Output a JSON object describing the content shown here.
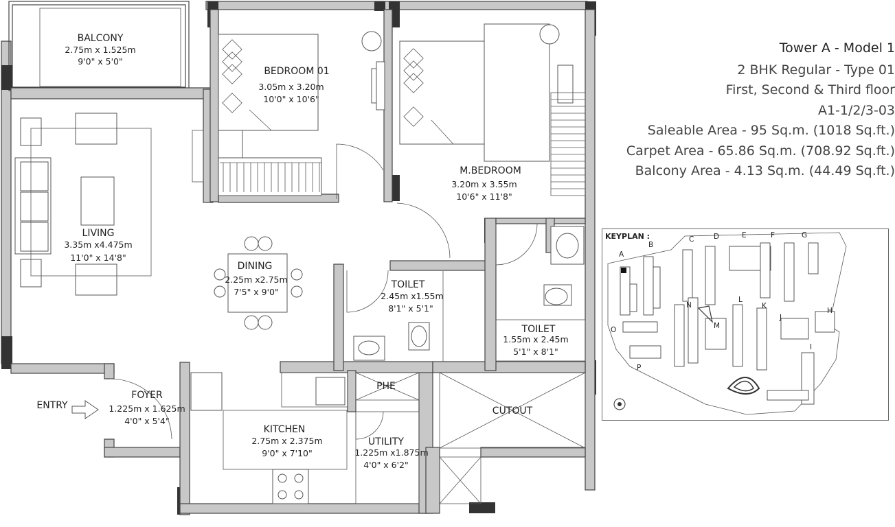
{
  "info": {
    "title": "Tower A - Model 1",
    "type": "2 BHK Regular - Type 01",
    "floors": "First, Second & Third floor",
    "units": "A1-1/2/3-03",
    "saleable": "Saleable Area - 95 Sq.m. (1018 Sq.ft.)",
    "carpet": "Carpet Area - 65.86 Sq.m. (708.92 Sq.ft.)",
    "balcony_area": "Balcony Area - 4.13 Sq.m. (44.49 Sq.ft.)"
  },
  "rooms": {
    "balcony": {
      "name": "BALCONY",
      "metric": "2.75m x 1.525m",
      "imperial": "9'0\" x 5'0\""
    },
    "bedroom1": {
      "name": "BEDROOM 01",
      "metric": "3.05m x 3.20m",
      "imperial": "10'0\" x 10'6\""
    },
    "mbedroom": {
      "name": "M.BEDROOM",
      "metric": "3.20m x 3.55m",
      "imperial": "10'6\" x 11'8\""
    },
    "living": {
      "name": "LIVING",
      "metric": "3.35m x4.475m",
      "imperial": "11'0\" x 14'8\""
    },
    "dining": {
      "name": "DINING",
      "metric": "2.25m x2.75m",
      "imperial": "7'5\" x 9'0\""
    },
    "toilet1": {
      "name": "TOILET",
      "metric": "2.45m x1.55m",
      "imperial": "8'1\" x 5'1\""
    },
    "toilet2": {
      "name": "TOILET",
      "metric": "1.55m x 2.45m",
      "imperial": "5'1\" x 8'1\""
    },
    "foyer": {
      "name": "FOYER",
      "metric": "1.225m x 1.625m",
      "imperial": "4'0\" x 5'4\""
    },
    "kitchen": {
      "name": "KITCHEN",
      "metric": "2.75m x 2.375m",
      "imperial": "9'0\" x 7'10\""
    },
    "utility": {
      "name": "UTILITY",
      "metric": "1.225m x1.875m",
      "imperial": "4'0\" x 6'2\""
    },
    "phe": {
      "name": "PHE"
    },
    "cutout": {
      "name": "CUTOUT"
    }
  },
  "entry_label": "ENTRY",
  "keyplan": {
    "title": "KEYPLAN :",
    "labels": [
      "A",
      "B",
      "C",
      "D",
      "E",
      "F",
      "G",
      "H",
      "I",
      "J",
      "K",
      "L",
      "M",
      "N",
      "O",
      "P"
    ]
  }
}
